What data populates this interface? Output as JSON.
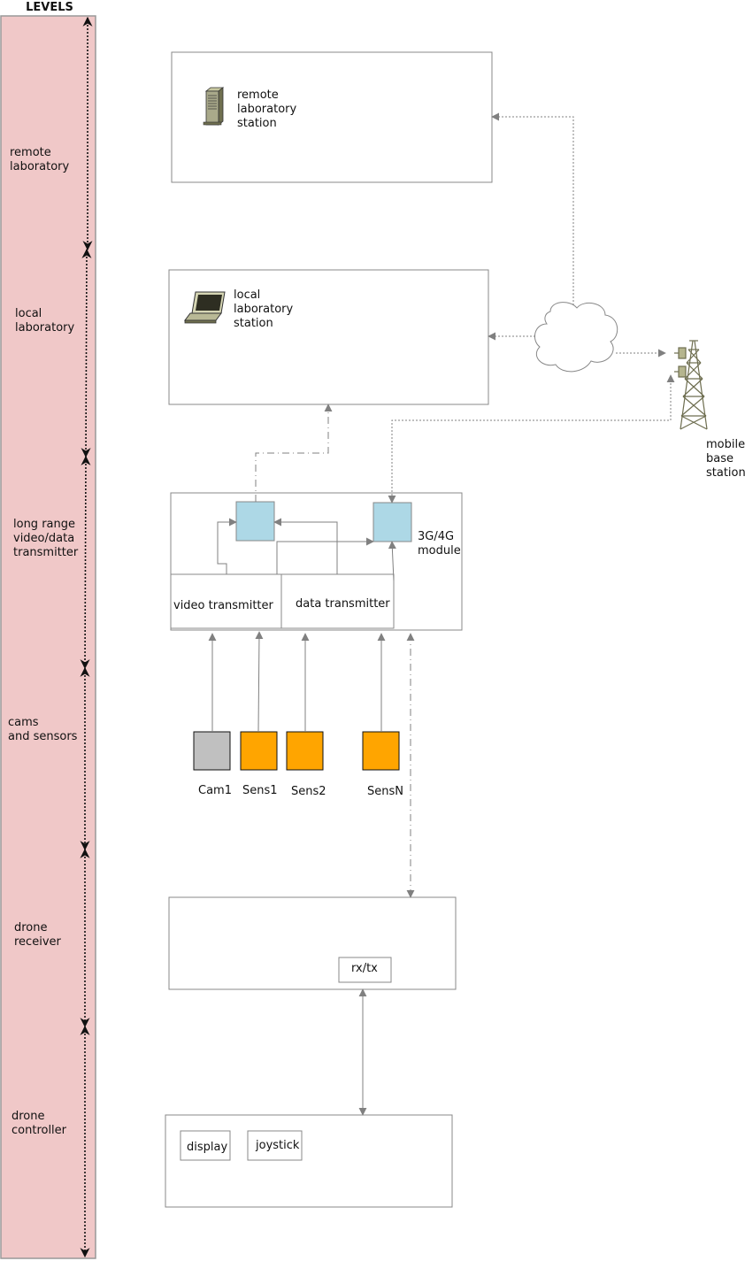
{
  "levels": {
    "title": "LEVELS",
    "items": [
      [
        "remote",
        "laboratory"
      ],
      [
        "local",
        "laboratory"
      ],
      [
        "long range",
        "video/data",
        "transmitter"
      ],
      [
        "cams",
        "and sensors"
      ],
      [
        "drone",
        "receiver"
      ],
      [
        "drone",
        "controller"
      ]
    ]
  },
  "nodes": {
    "remote_station": [
      "remote",
      "laboratory",
      "station"
    ],
    "local_station": [
      "local",
      "laboratory",
      "station"
    ],
    "mobile_base": [
      "mobile",
      "base",
      "station"
    ],
    "module_3g4g": [
      "3G/4G",
      "module"
    ],
    "video_transmitter": "video transmitter",
    "data_transmitter": "data transmitter",
    "cam1": "Cam1",
    "sens1": "Sens1",
    "sens2": "Sens2",
    "sensN": "SensN",
    "rxtx": "rx/tx",
    "display": "display",
    "joystick": "joystick"
  },
  "colors": {
    "levels_band": "#f0c8c8",
    "levels_border": "#999999",
    "box_stroke": "#888888",
    "module_fill": "#add8e6",
    "cam_fill": "#c0c0c0",
    "sensor_fill": "#ffa500",
    "arrow": "#808080"
  },
  "icons": {
    "remote": "server-tower-icon",
    "local": "laptop-icon",
    "cloud": "cloud-icon",
    "tower": "antenna-tower-icon"
  }
}
